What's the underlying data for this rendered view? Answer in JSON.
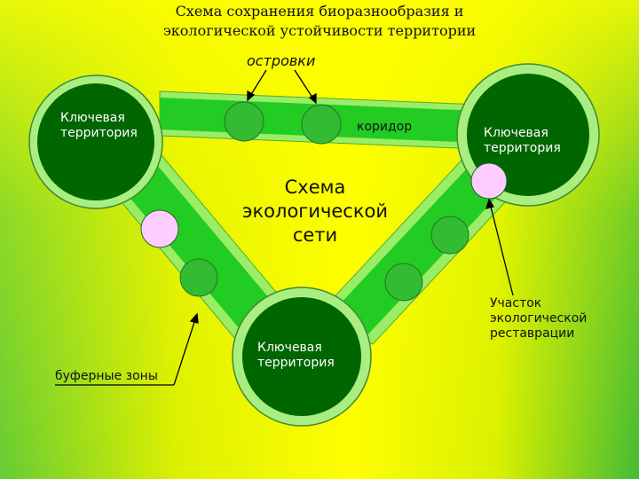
{
  "title": {
    "line1": "Схема сохранения биоразнообразия и",
    "line2": "экологической устойчивости территории"
  },
  "labels": {
    "islands": "островки",
    "corridor": "коридор",
    "key_territory_left": "Ключевая территория",
    "key_territory_right": "Ключевая территория",
    "key_territory_bottom": "Ключевая территория",
    "network": "Схема экологической сети",
    "restoration_site": "Участок экологической реставрации",
    "buffer_zones": "буферные зоны"
  },
  "colors": {
    "background_top": "#ffff00",
    "background_left": "#66cc33",
    "background_right": "#44bb33",
    "key_area_fill": "#006600",
    "key_area_ring": "#a8ee80",
    "corridor_light": "#99ee66",
    "corridor_mid": "#22cc22",
    "island_fill": "#33bb33",
    "restoration_fill": "#ffccff",
    "arrow": "#000000"
  }
}
